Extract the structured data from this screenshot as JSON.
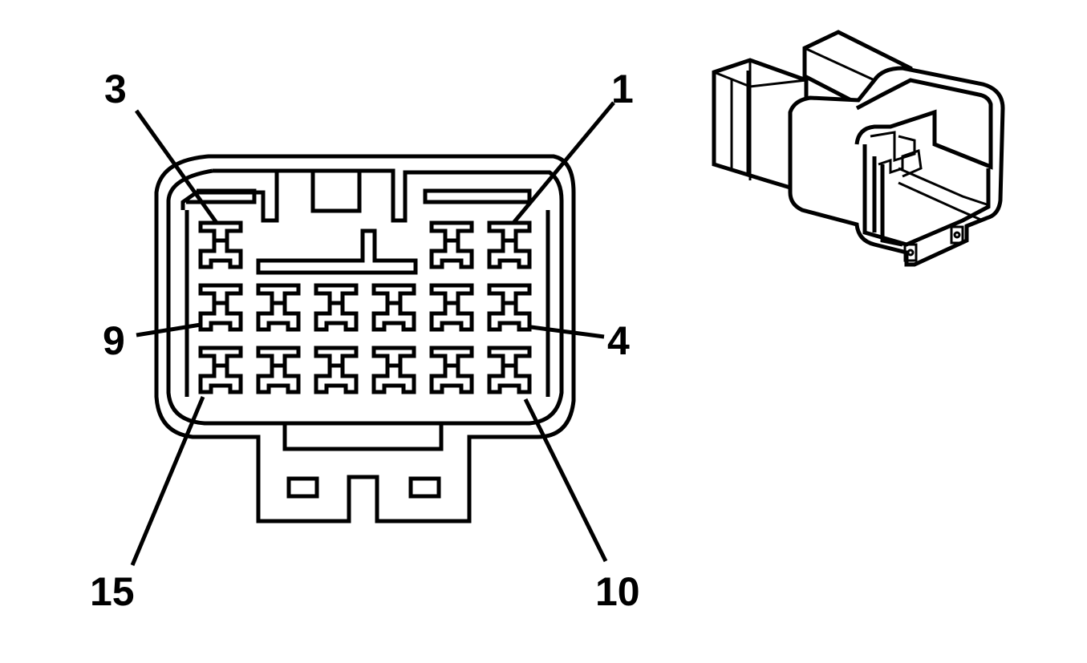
{
  "pin_labels": {
    "pin_3": "3",
    "pin_1": "1",
    "pin_9": "9",
    "pin_4": "4",
    "pin_15": "15",
    "pin_10": "10"
  },
  "terminal_grid": {
    "rows": 3,
    "columns": 6,
    "top_row_occupied_columns": [
      1,
      5,
      6
    ]
  },
  "colors": {
    "line": "#000000",
    "background": "#ffffff"
  }
}
